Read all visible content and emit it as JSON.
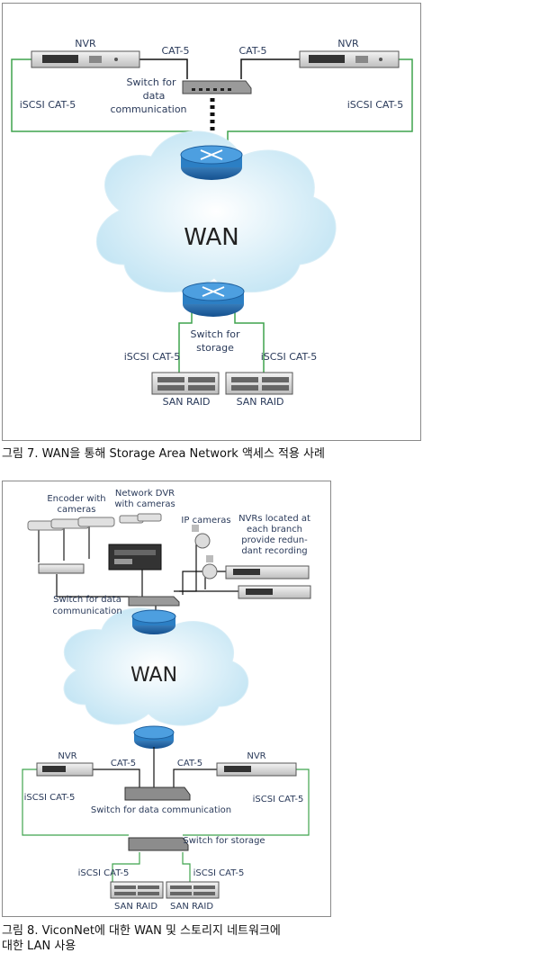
{
  "figure7": {
    "labels": {
      "nvr_left": "NVR",
      "nvr_right": "NVR",
      "cat5_left": "CAT-5",
      "cat5_right": "CAT-5",
      "switch_data_1": "Switch for",
      "switch_data_2": "data",
      "switch_data_3": "communication",
      "iscsi_left": "iSCSI CAT-5",
      "iscsi_right": "iSCSI CAT-5",
      "wan": "WAN",
      "switch_storage_1": "Switch for",
      "switch_storage_2": "storage",
      "iscsi_bottom_left": "iSCSI CAT-5",
      "iscsi_bottom_right": "iSCSI CAT-5",
      "san_left": "SAN RAID",
      "san_right": "SAN RAID"
    },
    "caption": "그림 7. WAN을 통해 Storage Area Network 액세스 적용 사례"
  },
  "figure8": {
    "labels": {
      "encoder_1": "Encoder with",
      "encoder_2": "cameras",
      "dvr_1": "Network DVR",
      "dvr_2": "with cameras",
      "ip_cameras": "IP cameras",
      "nvrs_1": "NVRs located at",
      "nvrs_2": "each branch",
      "nvrs_3": "provide redun-",
      "nvrs_4": "dant recording",
      "switch_data_1": "Switch for data",
      "switch_data_2": "communication",
      "wan": "WAN",
      "nvr_left": "NVR",
      "nvr_right": "NVR",
      "cat5_left": "CAT-5",
      "cat5_right": "CAT-5",
      "iscsi_left": "iSCSI CAT-5",
      "iscsi_right": "iSCSI CAT-5",
      "switch_data_comm": "Switch for data communication",
      "switch_storage": "Switch for storage",
      "iscsi_bottom_left": "iSCSI CAT-5",
      "iscsi_bottom_right": "iSCSI CAT-5",
      "san_left": "SAN RAID",
      "san_right": "SAN RAID"
    },
    "caption_line1": "그림 8. ViconNet에 대한 WAN 및 스토리지 네트워크에",
    "caption_line2": "대한 LAN 사용"
  },
  "colors": {
    "green_link": "#3fa34d",
    "router_blue": "#1f72b8",
    "cloud_fill": "#e6f4fb",
    "text": "#2a3a5a"
  }
}
